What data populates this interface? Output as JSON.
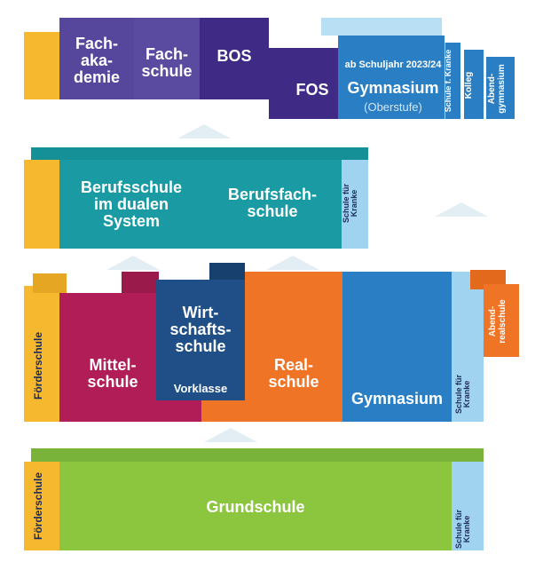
{
  "tier_top": {
    "fachakademie": "Fach-\naka-\ndemie",
    "fachschule": "Fach-\nschule",
    "bos": "BOS",
    "fos": "FOS",
    "gymnasium_note": "ab Schuljahr 2023/24",
    "gymnasium": "Gymnasium",
    "gymnasium_sub": "(Oberstufe)",
    "schule_kranke": "Schule f. Kranke",
    "kolleg": "Kolleg",
    "abendgymnasium": "Abend-\ngymnasium"
  },
  "tier_vocational": {
    "berufsschule": "Berufsschule\nim dualen\nSystem",
    "berufsfachschule": "Berufsfach-\nschule",
    "schule_kranke": "Schule für\nKranke"
  },
  "tier_secondary": {
    "foerderschule": "Förderschule",
    "mittelschule": "Mittel-\nschule",
    "wirtschaftsschule": "Wirt-\nschafts-\nschule",
    "vorklasse": "Vorklasse",
    "realschule": "Real-\nschule",
    "gymnasium": "Gymnasium",
    "schule_kranke": "Schule für\nKranke",
    "abendrealschule": "Abend-\nrealschule"
  },
  "tier_primary": {
    "foerderschule": "Förderschule",
    "grundschule": "Grundschule",
    "schule_kranke": "Schule für\nKranke"
  },
  "colors": {
    "yellow": "#f5b82e",
    "purple": "#57479c",
    "darkpurple": "#3f2a86",
    "blue": "#2a7fc4",
    "lightblue": "#9fd3f0",
    "teal": "#1a9aa3",
    "magenta": "#b01d57",
    "navy": "#1f4f86",
    "orange": "#ef7426",
    "green": "#8cc63f"
  }
}
